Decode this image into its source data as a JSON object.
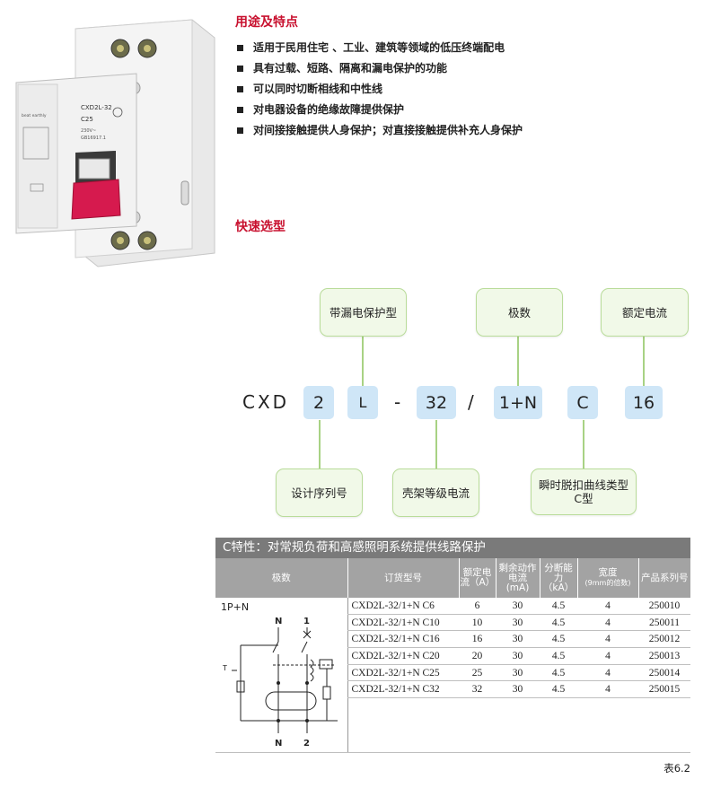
{
  "product": {
    "brand": "beat earthly",
    "model": "CXD2L-32",
    "rating": "C25",
    "voltage": "230V~",
    "standard": "GB16917.1"
  },
  "features_section": {
    "title": "用途及特点",
    "items": [
      "适用于民用住宅 、工业、建筑等领域的低压终端配电",
      "具有过载、短路、隔离和漏电保护的功能",
      "可以同时切断相线和中性线",
      "对电器设备的绝缘故障提供保护",
      "对间接接触提供人身保护；对直接接触提供补充人身保护"
    ]
  },
  "selection": {
    "title": "快速选型",
    "top_labels": {
      "leak": "带漏电保护型",
      "poles": "极数",
      "current": "额定电流"
    },
    "bottom_labels": {
      "series": "设计序列号",
      "frame": "壳架等级电流",
      "curve": "瞬时脱扣曲线类型C型"
    },
    "code": {
      "prefix": "CXD",
      "series": "2",
      "leak": "L",
      "dash": "-",
      "frame": "32",
      "slash": "/",
      "poles": "1+N",
      "curve": "C",
      "current": "16"
    }
  },
  "table": {
    "title": "C特性：对常规负荷和高感照明系统提供线路保护",
    "headers": {
      "poles": "极数",
      "model": "订货型号",
      "rated": "额定电流（A）",
      "residual": "剩余动作电流(mA)",
      "breaking": "分断能力（kA）",
      "width": "宽度",
      "width_sub": "(9mm的倍数)",
      "serial": "产品系列号"
    },
    "pole_value": "1P+N",
    "diagram_labels": {
      "n_top": "N",
      "one": "1",
      "n_bottom": "N",
      "two": "2",
      "t": "T"
    },
    "rows": [
      {
        "model": "CXD2L-32/1+N C6",
        "rated": "6",
        "residual": "30",
        "breaking": "4.5",
        "width": "4",
        "serial": "250010"
      },
      {
        "model": "CXD2L-32/1+N C10",
        "rated": "10",
        "residual": "30",
        "breaking": "4.5",
        "width": "4",
        "serial": "250011"
      },
      {
        "model": "CXD2L-32/1+N C16",
        "rated": "16",
        "residual": "30",
        "breaking": "4.5",
        "width": "4",
        "serial": "250012"
      },
      {
        "model": "CXD2L-32/1+N C20",
        "rated": "20",
        "residual": "30",
        "breaking": "4.5",
        "width": "4",
        "serial": "250013"
      },
      {
        "model": "CXD2L-32/1+N C25",
        "rated": "25",
        "residual": "30",
        "breaking": "4.5",
        "width": "4",
        "serial": "250014"
      },
      {
        "model": "CXD2L-32/1+N C32",
        "rated": "32",
        "residual": "30",
        "breaking": "4.5",
        "width": "4",
        "serial": "250015"
      }
    ],
    "caption": "表6.2"
  },
  "colors": {
    "accent": "#c8102e",
    "green_border": "#b9dc9a",
    "blue_box": "#cfe6f7",
    "table_header": "#a3a3a3"
  }
}
